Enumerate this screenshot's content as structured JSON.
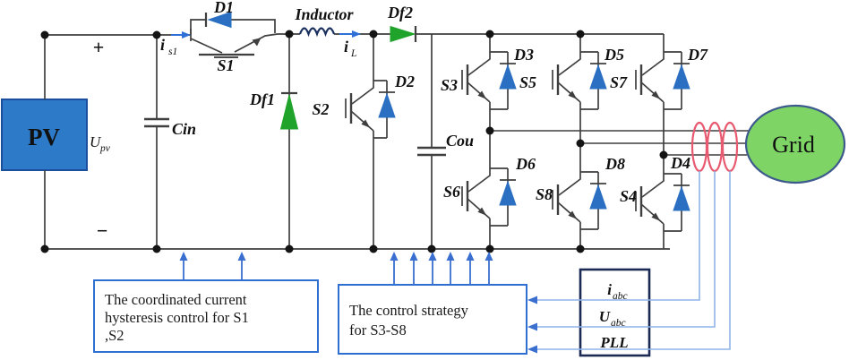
{
  "figure": {
    "type": "circuit-diagram",
    "description": "PV two-stage grid-connected converter with coordinated current hysteresis control and inverter control strategy"
  },
  "colors": {
    "pv_fill": "#2d7ac9",
    "pv_border": "#1b4f9e",
    "wire": "#3f3f3f",
    "blue_diode": "#2a6fc2",
    "green_diode": "#1fa32b",
    "control_arrow_blue": "#3a6fd0",
    "sense_line_blue": "#8fb4e8",
    "transformer_coil_red": "#e85a70",
    "grid_fill": "#7ed465",
    "grid_border": "#3d5a8c",
    "control_box_border": "#2e6fd0",
    "signal_box_border": "#1b2a55",
    "inductor_coil": "#1a2f5e"
  },
  "labels": {
    "pv": "PV",
    "u_main": "U",
    "u_sub": "pv",
    "plus": "+",
    "minus": "−",
    "is1_main": "i",
    "is1_sub": "s1",
    "d1": "D1",
    "s1": "S1",
    "cin": "Cin",
    "inductor": "Inductor",
    "il_main": "i",
    "il_sub": "L",
    "df1": "Df1",
    "df2": "Df2",
    "s2": "S2",
    "d2": "D2",
    "cou": "Cou",
    "s3": "S3",
    "d3": "D3",
    "s5": "S5",
    "d5": "D5",
    "s7": "S7",
    "d7": "D7",
    "s6": "S6",
    "d6": "D6",
    "s8": "S8",
    "d8": "D8",
    "s4": "S4",
    "d4": "D4",
    "grid": "Grid"
  },
  "control_boxes": {
    "hysteresis": {
      "line1": "The coordinated current",
      "line2": "hysteresis control for S1",
      "line3": ",S2"
    },
    "strategy": {
      "line1": "The control strategy",
      "line2": "for S3-S8"
    },
    "signals": {
      "i_main": "i",
      "i_sub": "abc",
      "u_main": "U",
      "u_sub": "abc",
      "pll": "PLL"
    }
  }
}
